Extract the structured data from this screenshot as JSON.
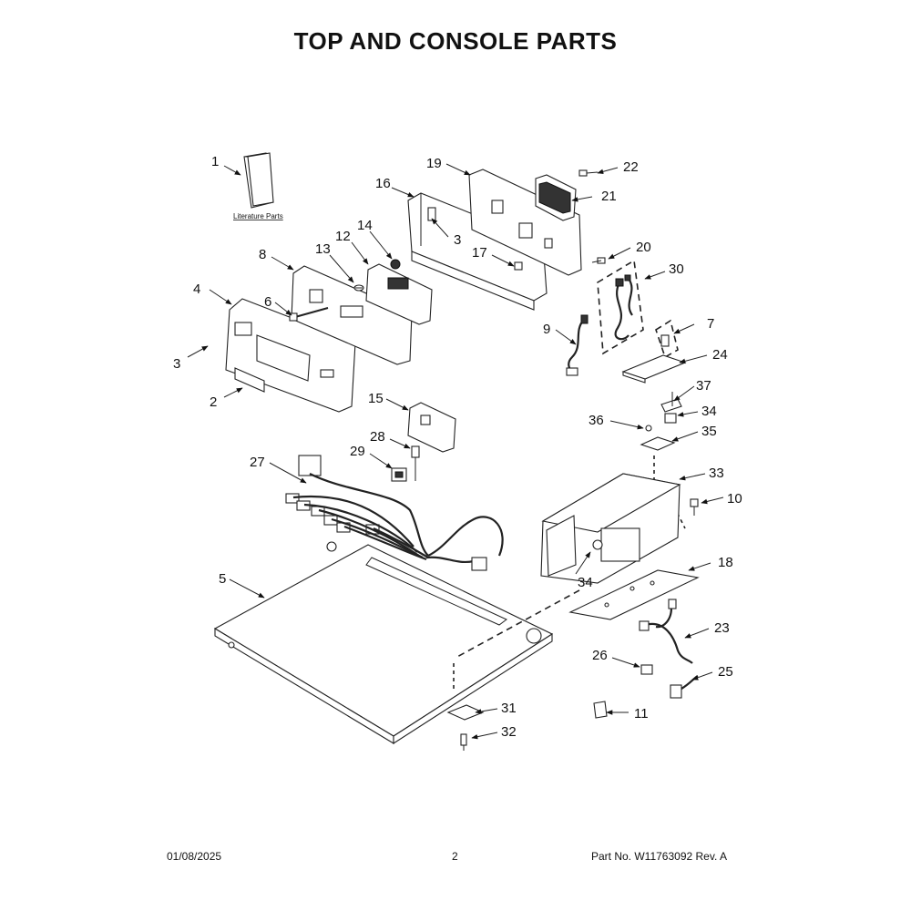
{
  "title": "TOP AND CONSOLE PARTS",
  "literature_label": "Literature Parts",
  "callouts": [
    {
      "id": "c1",
      "label": "1"
    },
    {
      "id": "c2",
      "label": "2"
    },
    {
      "id": "c3a",
      "label": "3"
    },
    {
      "id": "c3b",
      "label": "3"
    },
    {
      "id": "c4",
      "label": "4"
    },
    {
      "id": "c5",
      "label": "5"
    },
    {
      "id": "c6",
      "label": "6"
    },
    {
      "id": "c7",
      "label": "7"
    },
    {
      "id": "c8",
      "label": "8"
    },
    {
      "id": "c9",
      "label": "9"
    },
    {
      "id": "c10",
      "label": "10"
    },
    {
      "id": "c11",
      "label": "11"
    },
    {
      "id": "c12",
      "label": "12"
    },
    {
      "id": "c13",
      "label": "13"
    },
    {
      "id": "c14",
      "label": "14"
    },
    {
      "id": "c15",
      "label": "15"
    },
    {
      "id": "c16",
      "label": "16"
    },
    {
      "id": "c17",
      "label": "17"
    },
    {
      "id": "c18",
      "label": "18"
    },
    {
      "id": "c19",
      "label": "19"
    },
    {
      "id": "c20",
      "label": "20"
    },
    {
      "id": "c21",
      "label": "21"
    },
    {
      "id": "c22",
      "label": "22"
    },
    {
      "id": "c23",
      "label": "23"
    },
    {
      "id": "c24",
      "label": "24"
    },
    {
      "id": "c25",
      "label": "25"
    },
    {
      "id": "c26",
      "label": "26"
    },
    {
      "id": "c27",
      "label": "27"
    },
    {
      "id": "c28",
      "label": "28"
    },
    {
      "id": "c29",
      "label": "29"
    },
    {
      "id": "c30",
      "label": "30"
    },
    {
      "id": "c31",
      "label": "31"
    },
    {
      "id": "c32",
      "label": "32"
    },
    {
      "id": "c33",
      "label": "33"
    },
    {
      "id": "c34a",
      "label": "34"
    },
    {
      "id": "c34b",
      "label": "34"
    },
    {
      "id": "c35",
      "label": "35"
    },
    {
      "id": "c36",
      "label": "36"
    },
    {
      "id": "c37",
      "label": "37"
    }
  ],
  "footer": {
    "date": "01/08/2025",
    "page": "2",
    "part_no": "Part No.  W11763092  Rev.  A"
  }
}
